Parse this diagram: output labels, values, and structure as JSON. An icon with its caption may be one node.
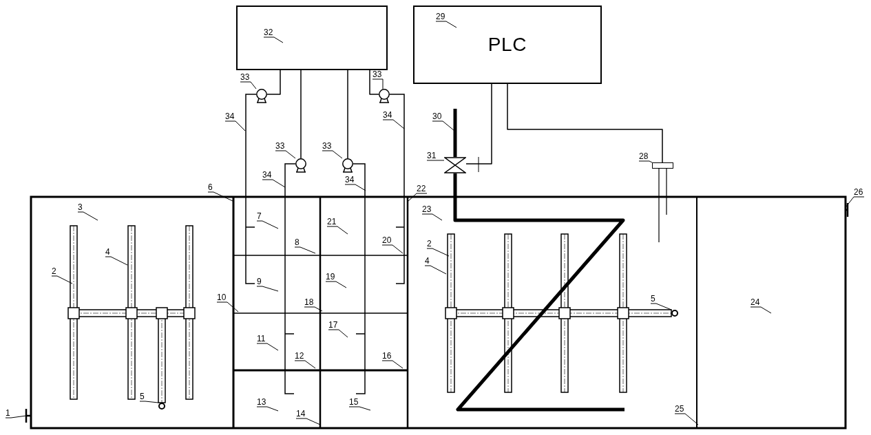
{
  "diagram": {
    "nodes": [
      {
        "text": [],
        "shape": "box"
      },
      {
        "text": [
          "PLC"
        ]
      },
      {
        "text": [
          "29"
        ],
        "in": 1
      },
      {
        "text": [
          "32"
        ],
        "in": 0
      },
      {
        "text": [
          "33"
        ]
      },
      {
        "text": [
          "33"
        ]
      },
      {
        "text": [
          "34"
        ]
      },
      {
        "text": [
          "34"
        ]
      },
      {
        "text": [
          "30"
        ]
      },
      {
        "text": [
          "33"
        ]
      },
      {
        "text": [
          "33"
        ]
      },
      {
        "text": [
          "31"
        ]
      },
      {
        "text": [
          "28"
        ]
      },
      {
        "text": [
          "34"
        ]
      },
      {
        "text": [
          "34"
        ]
      },
      {
        "text": [
          "6"
        ]
      },
      {
        "text": [
          "22"
        ]
      },
      {
        "text": [
          "26"
        ]
      },
      {
        "text": [
          "3"
        ]
      },
      {
        "text": [
          "23"
        ]
      },
      {
        "text": [
          "7"
        ]
      },
      {
        "text": [
          "21"
        ]
      },
      {
        "text": [
          "8"
        ]
      },
      {
        "text": [
          "20"
        ]
      },
      {
        "text": [
          "2"
        ]
      },
      {
        "text": [
          "4"
        ]
      },
      {
        "text": [
          "4"
        ]
      },
      {
        "text": [
          "2"
        ]
      },
      {
        "text": [
          "9"
        ]
      },
      {
        "text": [
          "19"
        ]
      },
      {
        "text": [
          "10"
        ]
      },
      {
        "text": [
          "18"
        ]
      },
      {
        "text": [
          "5"
        ]
      },
      {
        "text": [
          "24"
        ]
      },
      {
        "text": [
          "17"
        ]
      },
      {
        "text": [
          "11"
        ]
      },
      {
        "text": [
          "12"
        ]
      },
      {
        "text": [
          "16"
        ]
      },
      {
        "text": [
          "5"
        ]
      },
      {
        "text": [
          "13"
        ]
      },
      {
        "text": [
          "15"
        ]
      },
      {
        "text": [
          "1"
        ]
      },
      {
        "text": [
          "14"
        ]
      },
      {
        "text": [
          "25"
        ]
      },
      {
        "text": [],
        "shape": "circle"
      },
      {
        "text": [],
        "shape": "circle"
      },
      {
        "text": [],
        "shape": "circle"
      },
      {
        "text": [],
        "shape": "circle"
      },
      {
        "text": [],
        "shape": "valve"
      },
      {
        "text": [],
        "shape": "box"
      },
      {
        "text": [],
        "shape": "circle"
      },
      {
        "text": [],
        "shape": "circle"
      }
    ],
    "edges": [
      {
        "from": 2,
        "to": null,
        "arrow": "none"
      },
      {
        "from": 3,
        "to": null,
        "arrow": "none"
      },
      {
        "from": 4,
        "to": 44,
        "arrow": "none"
      },
      {
        "from": 5,
        "to": 47,
        "arrow": "none"
      },
      {
        "from": 6,
        "to": null,
        "arrow": "none"
      },
      {
        "from": 7,
        "to": null,
        "arrow": "none"
      },
      {
        "from": 8,
        "to": null,
        "arrow": "none"
      },
      {
        "from": 9,
        "to": 45,
        "arrow": "none"
      },
      {
        "from": 10,
        "to": 46,
        "arrow": "none"
      },
      {
        "from": 11,
        "to": 48,
        "arrow": "none"
      },
      {
        "from": 12,
        "to": 49,
        "arrow": "none"
      },
      {
        "from": 13,
        "to": null,
        "arrow": "none"
      },
      {
        "from": 14,
        "to": null,
        "arrow": "none"
      },
      {
        "from": 15,
        "to": null,
        "arrow": "none"
      },
      {
        "from": 16,
        "to": null,
        "arrow": "none"
      },
      {
        "from": 17,
        "to": null,
        "arrow": "none"
      },
      {
        "from": 18,
        "to": null,
        "arrow": "none"
      },
      {
        "from": 19,
        "to": null,
        "arrow": "none"
      },
      {
        "from": 20,
        "to": null,
        "arrow": "none"
      },
      {
        "from": 21,
        "to": null,
        "arrow": "none"
      },
      {
        "from": 22,
        "to": null,
        "arrow": "none"
      },
      {
        "from": 23,
        "to": null,
        "arrow": "none"
      },
      {
        "from": 24,
        "to": null,
        "arrow": "none"
      },
      {
        "from": 25,
        "to": null,
        "arrow": "none"
      },
      {
        "from": 26,
        "to": null,
        "arrow": "none"
      },
      {
        "from": 27,
        "to": null,
        "arrow": "none"
      },
      {
        "from": 28,
        "to": null,
        "arrow": "none"
      },
      {
        "from": 29,
        "to": null,
        "arrow": "none"
      },
      {
        "from": 30,
        "to": null,
        "arrow": "none"
      },
      {
        "from": 31,
        "to": null,
        "arrow": "none"
      },
      {
        "from": 32,
        "to": 51,
        "arrow": "none"
      },
      {
        "from": 33,
        "to": null,
        "arrow": "none"
      },
      {
        "from": 34,
        "to": null,
        "arrow": "none"
      },
      {
        "from": 35,
        "to": null,
        "arrow": "none"
      },
      {
        "from": 36,
        "to": null,
        "arrow": "none"
      },
      {
        "from": 37,
        "to": null,
        "arrow": "none"
      },
      {
        "from": 38,
        "to": 50,
        "arrow": "none"
      },
      {
        "from": 39,
        "to": null,
        "arrow": "none"
      },
      {
        "from": 40,
        "to": null,
        "arrow": "none"
      },
      {
        "from": 41,
        "to": null,
        "arrow": "none"
      },
      {
        "from": 42,
        "to": null,
        "arrow": "none"
      },
      {
        "from": 43,
        "to": null,
        "arrow": "none"
      },
      {
        "from": 0,
        "to": 44,
        "arrow": "none"
      },
      {
        "from": 0,
        "to": 45,
        "arrow": "none"
      },
      {
        "from": 0,
        "to": 46,
        "arrow": "none"
      },
      {
        "from": 0,
        "to": 47,
        "arrow": "none"
      },
      {
        "from": 1,
        "to": 48,
        "arrow": "none"
      },
      {
        "from": 1,
        "to": 49,
        "arrow": "none"
      },
      {
        "from": 48,
        "to": null,
        "arrow": "none",
        "style": "thick"
      }
    ]
  }
}
